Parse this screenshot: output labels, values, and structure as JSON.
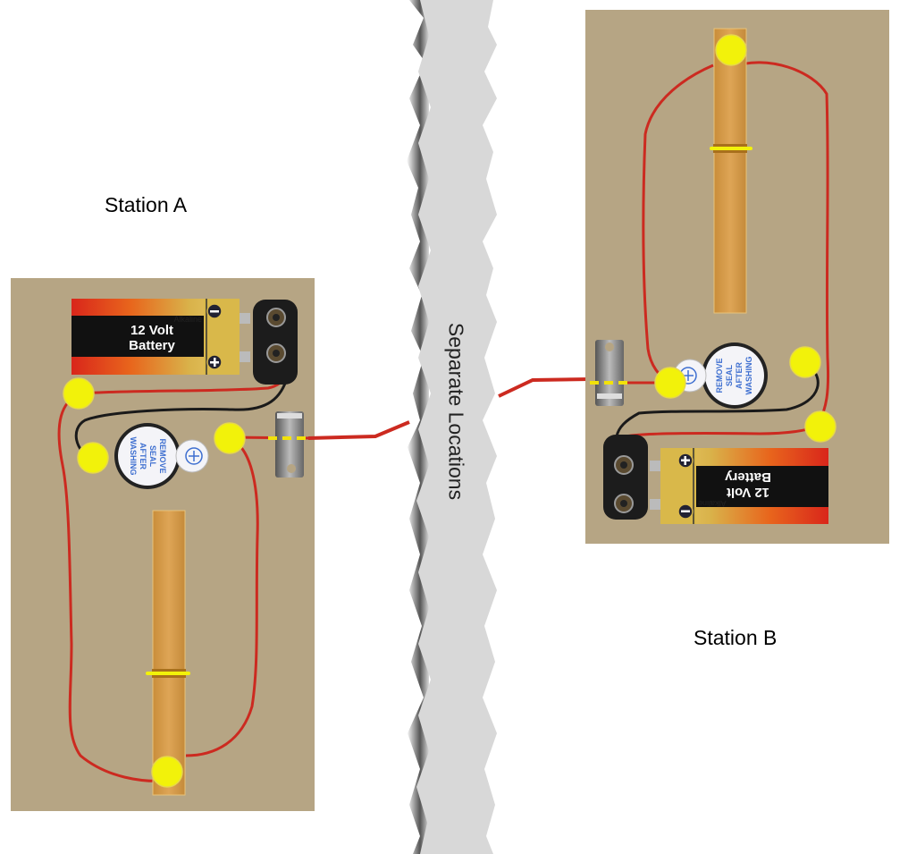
{
  "title": "Two-station buzzer telegraph circuit diagram",
  "labels": {
    "station_a": "Station A",
    "station_b": "Station B",
    "divider": "Separate Locations"
  },
  "battery": {
    "brand": "Alkaline",
    "line1": "12 Volt",
    "line2": "Battery",
    "positive_symbol": "+",
    "negative_symbol": "−"
  },
  "buzzer": {
    "text_lines": [
      "REMOVE",
      "SEAL",
      "AFTER",
      "WASHING"
    ],
    "symbol": "+"
  },
  "colors": {
    "board": "#b6a584",
    "wire_red": "#cc2a20",
    "wire_black": "#1a1a1a",
    "terminal": "#f2f20a",
    "wood": "#d9a24f",
    "divider": "#d8d8d8",
    "battery_black": "#111111",
    "battery_gold": "#d9b84a",
    "buzzer_text": "#3e6fd0"
  }
}
